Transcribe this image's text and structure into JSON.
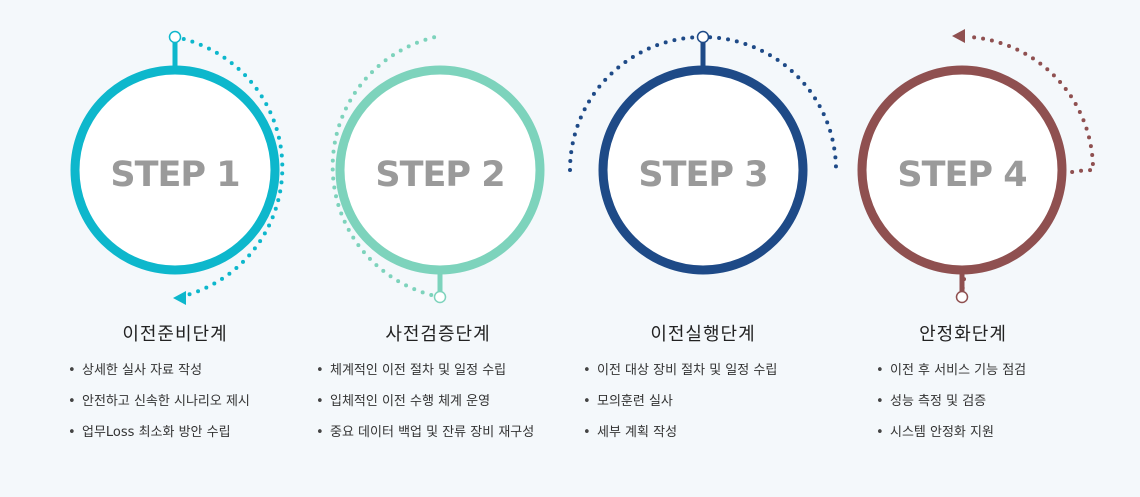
{
  "steps": [
    {
      "label": "STEP 1",
      "title": "이전준비단계",
      "color": "#0db7cc",
      "items": [
        "상세한 실사 자료 작성",
        "안전하고 신속한 시나리오 제시",
        "업무Loss 최소화 방안 수립"
      ]
    },
    {
      "label": "STEP 2",
      "title": "사전검증단계",
      "color": "#7dd3bc",
      "items": [
        "체계적인 이전 절차 및 일정 수립",
        "입체적인 이전 수행 체계 운영",
        "중요 데이터 백업 및 잔류 장비 재구성"
      ]
    },
    {
      "label": "STEP 3",
      "title": "이전실행단계",
      "color": "#1e4a87",
      "items": [
        "이전 대상 장비 절차 및 일정 수립",
        "모의훈련 실사",
        "세부 계획 작성"
      ]
    },
    {
      "label": "STEP 4",
      "title": "안정화단계",
      "color": "#8f5050",
      "items": [
        "이전 후 서비스 기능 점검",
        "성능 측정 및 검증",
        "시스템 안정화 지원"
      ]
    }
  ]
}
